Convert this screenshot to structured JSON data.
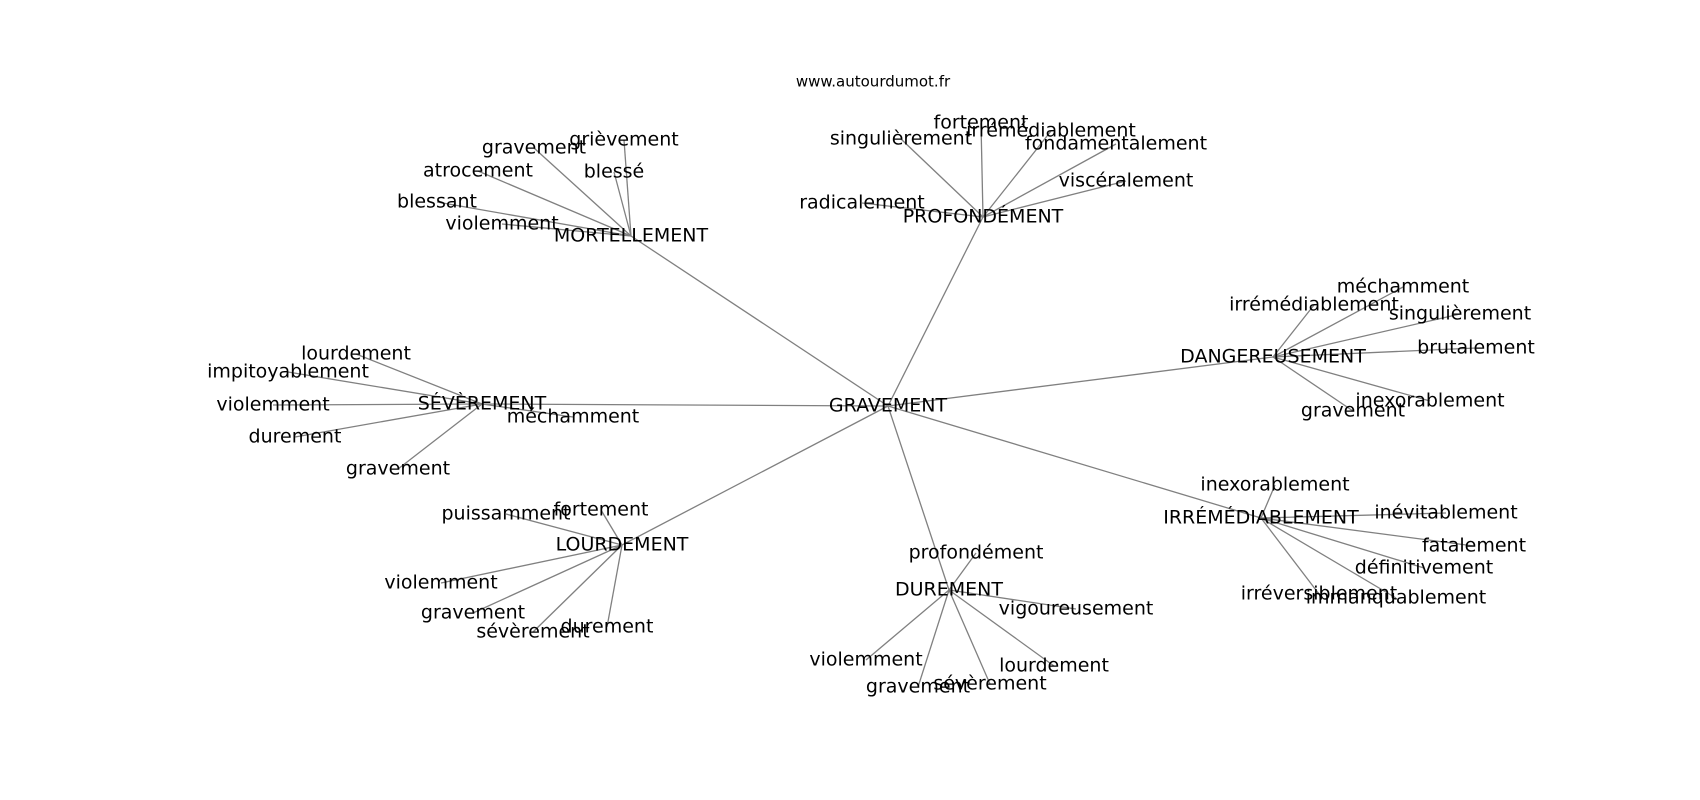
{
  "source_label": "www.autourdumot.fr",
  "root": "GRAVEMENT",
  "branches": [
    {
      "label": "MORTELLEMENT",
      "children": [
        "grièvement",
        "gravement",
        "blessé",
        "atrocement",
        "blessant",
        "violemment"
      ]
    },
    {
      "label": "PROFONDÉMENT",
      "children": [
        "fortement",
        "singulièrement",
        "irrémédiablement",
        "fondamentalement",
        "viscéralement",
        "radicalement"
      ]
    },
    {
      "label": "DANGEREUSEMENT",
      "children": [
        "méchamment",
        "irrémédiablement",
        "singulièrement",
        "brutalement",
        "inexorablement",
        "gravement"
      ]
    },
    {
      "label": "SÉVÈREMENT",
      "children": [
        "lourdement",
        "impitoyablement",
        "violemment",
        "durement",
        "gravement",
        "méchamment"
      ]
    },
    {
      "label": "IRRÉMÉDIABLEMENT",
      "children": [
        "inexorablement",
        "inévitablement",
        "fatalement",
        "définitivement",
        "irréversiblement",
        "immanquablement"
      ]
    },
    {
      "label": "LOURDEMENT",
      "children": [
        "fortement",
        "puissamment",
        "violemment",
        "gravement",
        "sévèrement",
        "durement"
      ]
    },
    {
      "label": "DUREMENT",
      "children": [
        "profondément",
        "vigoureusement",
        "lourdement",
        "sévèrement",
        "gravement",
        "violemment"
      ]
    }
  ]
}
